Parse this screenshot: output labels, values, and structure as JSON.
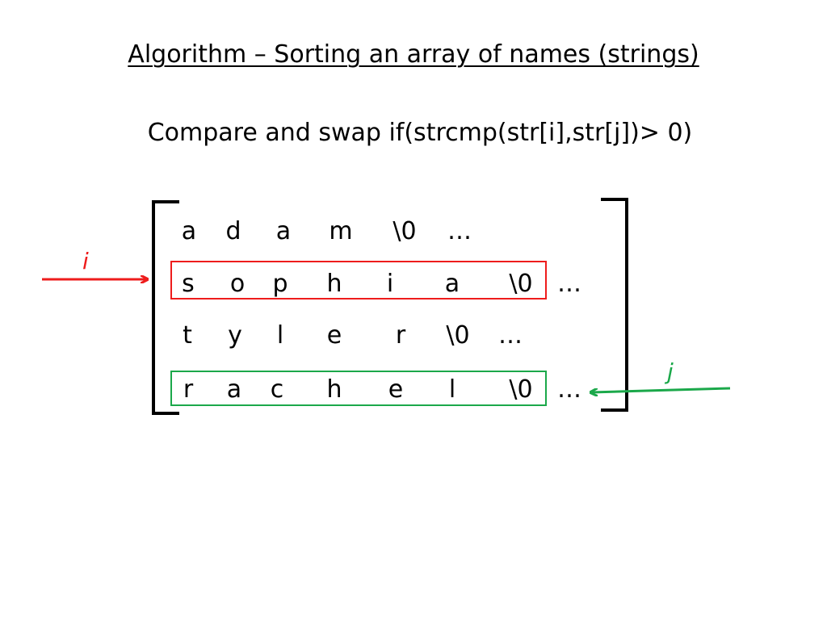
{
  "slide": {
    "title": "Algorithm – Sorting an array of names (strings)",
    "subtitle": "Compare and swap if(strcmp(str[i],str[j])> 0)"
  },
  "matrix": {
    "rows": [
      {
        "name": "adam",
        "chars": [
          "a",
          "d",
          "a",
          "m",
          "\\0",
          "…"
        ]
      },
      {
        "name": "sophia",
        "chars": [
          "s",
          "o",
          "p",
          "h",
          "i",
          "a",
          "\\0",
          "…"
        ]
      },
      {
        "name": "tyler",
        "chars": [
          "t",
          "y",
          "l",
          "e",
          "r",
          "\\0",
          "…"
        ]
      },
      {
        "name": "rachel",
        "chars": [
          "r",
          "a",
          "c",
          "h",
          "e",
          "l",
          "\\0",
          "…"
        ]
      }
    ]
  },
  "pointers": {
    "i": {
      "label": "i",
      "row": 1,
      "color": "#ee1c1c"
    },
    "j": {
      "label": "j",
      "row": 3,
      "color": "#1ba84a"
    }
  }
}
